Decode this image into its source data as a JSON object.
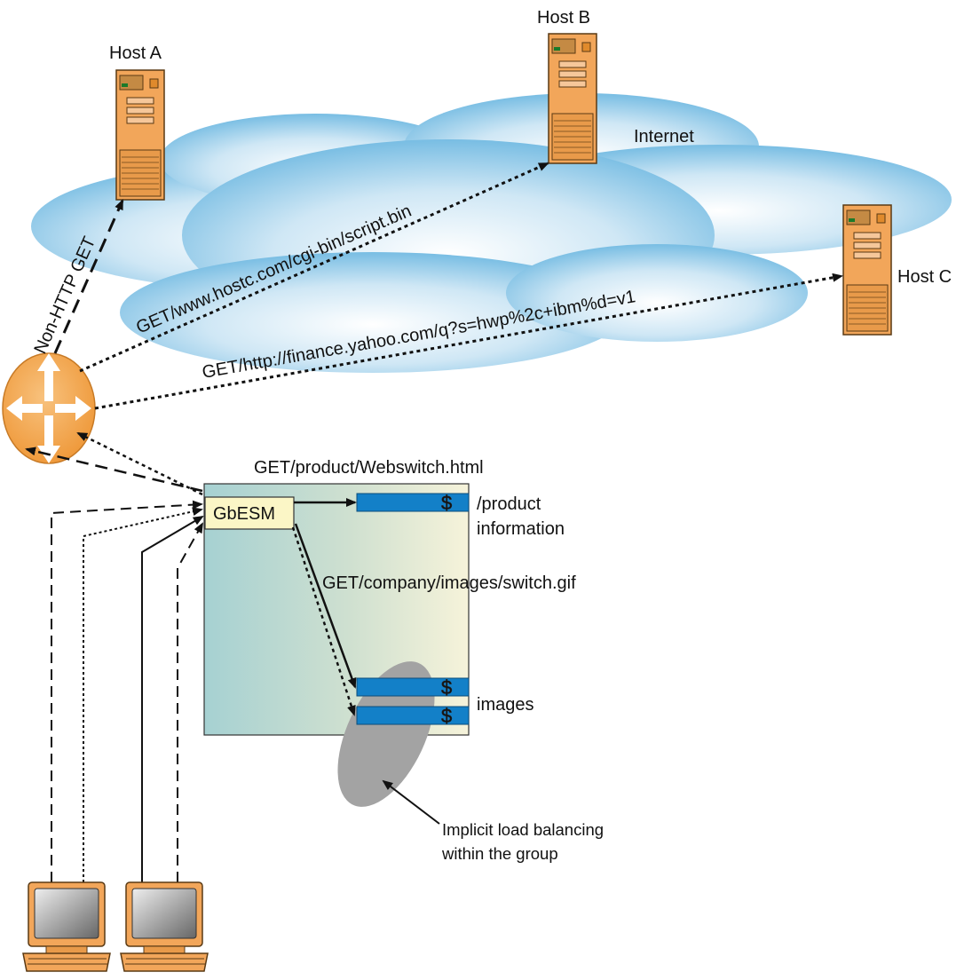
{
  "hosts": {
    "host_a": "Host A",
    "host_b": "Host B",
    "host_c": "Host C"
  },
  "cloud_label": "Internet",
  "requests": {
    "non_http": "Non-HTTP GET",
    "hostc_script": "GET/www.hostc.com/cgi-bin/script.bin",
    "yahoo_finance": "GET/http://finance.yahoo.com/q?s=hwp%2c+ibm%d=v1",
    "product_page": "GET/product/Webswitch.html",
    "company_image": "GET/company/images/switch.gif"
  },
  "switch_module": "GbESM",
  "groups": {
    "product_line1": "/product",
    "product_line2": "information",
    "images": "images",
    "cache_symbol": "$"
  },
  "annotation": {
    "line1": "Implicit load balancing",
    "line2": "within the group"
  },
  "colors": {
    "cloud": "#7fbfe3",
    "server": "#f2a65a",
    "router": "#f2a24e",
    "server_bar": "#1380c8",
    "panel_left": "#a9d3d3",
    "panel_right": "#f4f2d8",
    "lb_ellipse": "#a3a3a3"
  }
}
